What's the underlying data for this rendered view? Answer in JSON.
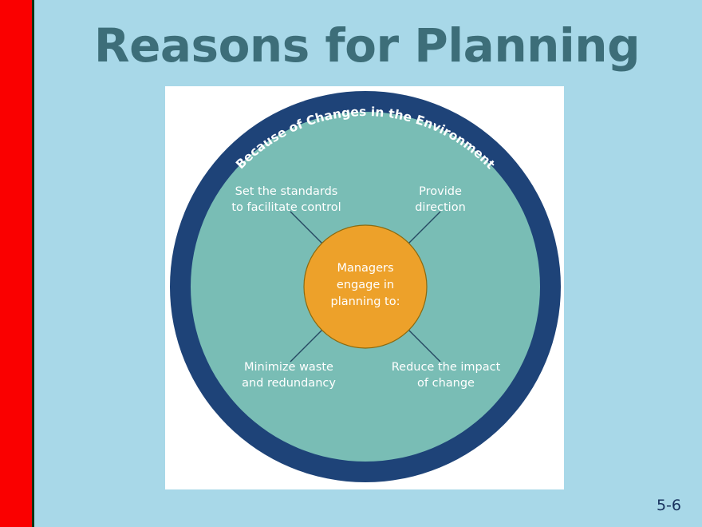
{
  "slide": {
    "title": "Reasons for Planning",
    "page_number": "5-6"
  },
  "colors": {
    "background": "#a8d8e8",
    "accent_bar": "#fa0000",
    "accent_bar_rule": "#0d3314",
    "title_text": "#3d6e79",
    "outer_ring": "#1e4378",
    "inner_circle": "#79bdb5",
    "core_circle": "#eda12a",
    "core_stroke": "#8a6a10",
    "spoke_line": "#274a63",
    "panel": "#ffffff",
    "label_text": "#ffffff",
    "page_number_text": "#16305c"
  },
  "diagram": {
    "ring_label": "Because of Changes in the Environment",
    "core": {
      "lines": [
        "Managers",
        "engage in",
        "planning to:"
      ]
    },
    "spokes": [
      {
        "id": "set-standards",
        "position": "top-left",
        "lines": [
          "Set the standards",
          "to facilitate control"
        ]
      },
      {
        "id": "provide-direction",
        "position": "top-right",
        "lines": [
          "Provide",
          "direction"
        ]
      },
      {
        "id": "minimize-waste",
        "position": "bottom-left",
        "lines": [
          "Minimize waste",
          "and redundancy"
        ]
      },
      {
        "id": "reduce-impact",
        "position": "bottom-right",
        "lines": [
          "Reduce the impact",
          "of change"
        ]
      }
    ]
  }
}
